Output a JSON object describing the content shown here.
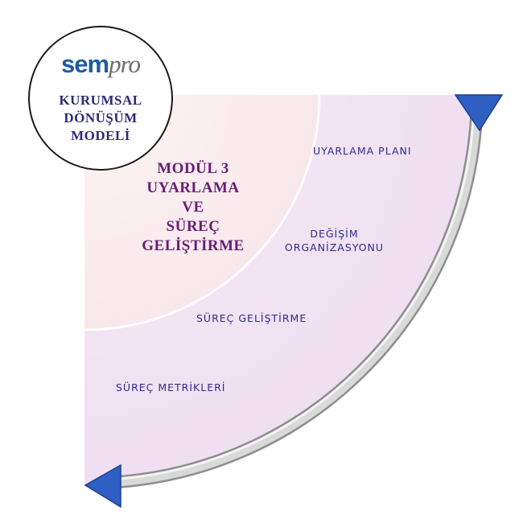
{
  "logo": {
    "brand_prefix": "sem",
    "brand_suffix": "pro",
    "subtitle_lines": [
      "KURUMSAL",
      "DÖNÜŞÜM",
      "MODELİ"
    ]
  },
  "module": {
    "title_lines": [
      "MODÜL 3",
      "UYARLAMA",
      "VE",
      "SÜREÇ",
      "GELİŞTİRME"
    ]
  },
  "labels": {
    "uyarlama_plani": "UYARLAMA PLANI",
    "degisim_lines": [
      "DEĞİŞİM",
      "ORGANİZASYONU"
    ],
    "surec_gelistirme": "SÜREÇ GELİŞTİRME",
    "surec_metrikleri": "SÜREÇ METRİKLERİ"
  },
  "colors": {
    "outer_fill": "#f3e6f4",
    "inner_fill": "#fbeeee",
    "arrow_blue": "#2f5fc2",
    "logo_blue": "#1d5aa8",
    "module_purple": "#6a1b78",
    "label_navy": "#2c2c8c"
  }
}
